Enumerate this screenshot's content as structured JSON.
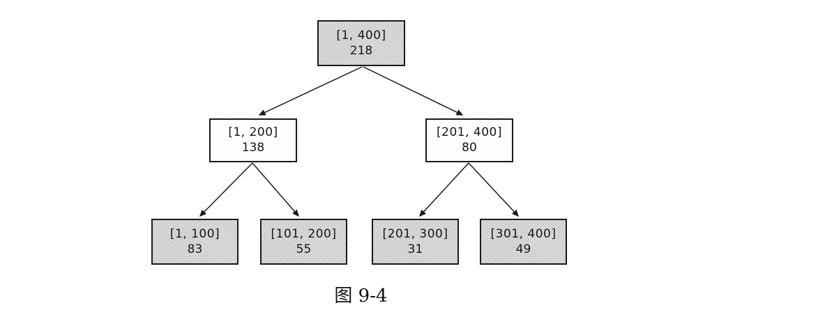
{
  "figure": {
    "caption": "图 9-4",
    "type": "segment-tree-diagram"
  },
  "colors": {
    "shaded_node_fill": "#d9d9d9",
    "plain_node_fill": "#ffffff",
    "border": "#1a1a1a",
    "arrow": "#1a1a1a"
  },
  "tree": {
    "nodes": [
      {
        "id": "root",
        "interval": "[1, 400]",
        "value": "218",
        "shaded": true,
        "level": 0
      },
      {
        "id": "l",
        "interval": "[1, 200]",
        "value": "138",
        "shaded": false,
        "level": 1
      },
      {
        "id": "r",
        "interval": "[201, 400]",
        "value": "80",
        "shaded": false,
        "level": 1
      },
      {
        "id": "ll",
        "interval": "[1, 100]",
        "value": "83",
        "shaded": true,
        "level": 2
      },
      {
        "id": "lr",
        "interval": "[101, 200]",
        "value": "55",
        "shaded": true,
        "level": 2
      },
      {
        "id": "rl",
        "interval": "[201, 300]",
        "value": "31",
        "shaded": true,
        "level": 2
      },
      {
        "id": "rr",
        "interval": "[301, 400]",
        "value": "49",
        "shaded": true,
        "level": 2
      }
    ],
    "edges": [
      {
        "from": "root",
        "to": "l"
      },
      {
        "from": "root",
        "to": "r"
      },
      {
        "from": "l",
        "to": "ll"
      },
      {
        "from": "l",
        "to": "lr"
      },
      {
        "from": "r",
        "to": "rl"
      },
      {
        "from": "r",
        "to": "rr"
      }
    ]
  }
}
